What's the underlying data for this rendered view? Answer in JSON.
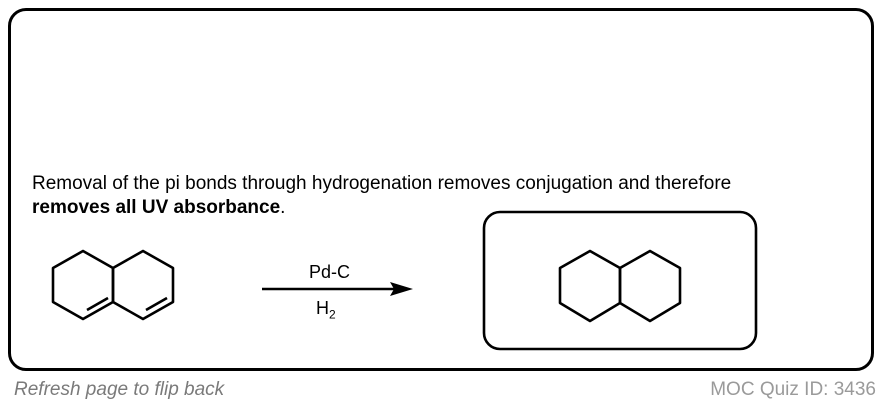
{
  "card": {
    "text_normal": "Removal of the pi bonds through hydrogenation removes conjugation and therefore",
    "text_bold": "removes all UV absorbance",
    "text_end": "."
  },
  "reaction": {
    "reagent_top": "Pd-C",
    "reagent_bottom_main": "H",
    "reagent_bottom_sub": "2",
    "reactant_icon": "hexahydronaphthalene-structure",
    "product_icon": "decalin-structure"
  },
  "footer": {
    "flip_hint": "Refresh page to flip back",
    "quiz_id": "MOC Quiz ID: 3436"
  }
}
